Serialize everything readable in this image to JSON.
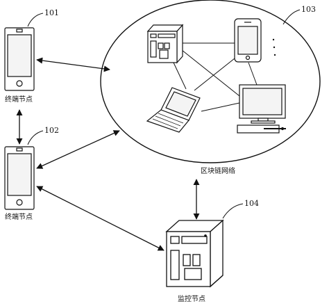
{
  "diagram": {
    "refs": {
      "terminal_top": "101",
      "terminal_bottom": "102",
      "blockchain_network": "103",
      "monitor_node": "104"
    },
    "captions": {
      "terminal_top": "终端节点",
      "terminal_bottom": "终端节点",
      "blockchain_network": "区块链网络",
      "monitor_node": "监控节点"
    },
    "colors": {
      "line": "#111111",
      "fill": "#ffffff",
      "screen": "#f4f4f4"
    }
  }
}
